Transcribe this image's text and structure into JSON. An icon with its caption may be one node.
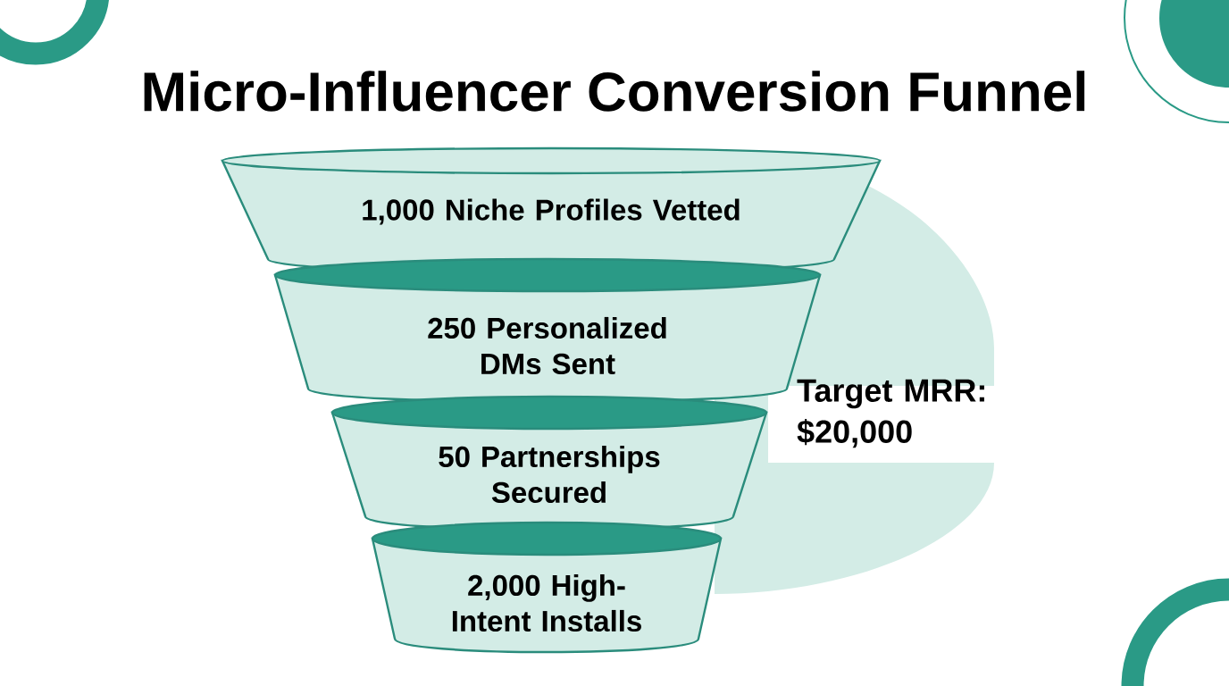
{
  "diagram": {
    "title": "Micro-Influencer Conversion Funnel",
    "nodes": [
      {
        "text": [
          "1,000 Niche Profiles Vetted"
        ]
      },
      {
        "text": [
          "250 Personalized DMs Sent"
        ]
      },
      {
        "text": [
          "50 Partnerships Secured"
        ]
      },
      {
        "text": [
          "2,000 High-Intent Installs"
        ]
      }
    ],
    "labels": [
      "Target MRR: $20,000"
    ]
  }
}
